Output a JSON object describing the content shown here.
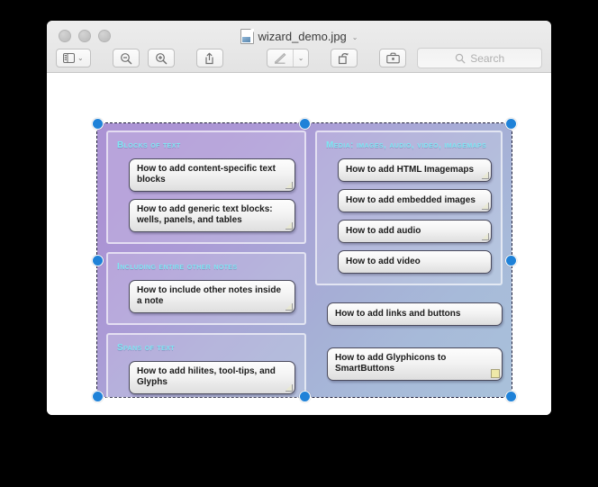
{
  "window": {
    "title": "wizard_demo.jpg",
    "doc_icon": "jpeg-document-icon",
    "title_chevron": "⌄",
    "traffic_lights": [
      "close-button",
      "minimize-button",
      "zoom-button"
    ]
  },
  "toolbar": {
    "sidebar_icon": "sidebar-toggle-icon",
    "sidebar_chevron": "⌄",
    "zoom_out_icon": "zoom-out-icon",
    "zoom_in_icon": "zoom-in-icon",
    "share_icon": "share-icon",
    "markup_icon": "markup-pen-icon",
    "markup_chevron": "⌄",
    "rotate_icon": "rotate-icon",
    "toolkit_icon": "toolkit-icon",
    "search_icon": "search-icon",
    "search_placeholder": "Search",
    "search_value": ""
  },
  "image": {
    "selected": true,
    "selection_handles": 8,
    "handle_color": "#1f82d8",
    "accent_heading_color": "#7fe6f2",
    "gradient_from": "#ab93d4",
    "gradient_to": "#a9c1da",
    "left_column": [
      {
        "title": "Blocks of text",
        "buttons": [
          "How to add content-specific text blocks",
          "How to add generic text blocks: wells, panels, and tables"
        ]
      },
      {
        "title": "Including entire other notes",
        "buttons": [
          "How to include other notes inside a note"
        ]
      },
      {
        "title": "Spans of text",
        "buttons": [
          "How to add hilites, tool-tips, and Glyphs"
        ]
      }
    ],
    "right_column": {
      "panel": {
        "title": "Media: images, audio, video, Imagemaps",
        "buttons": [
          "How to add HTML Imagemaps",
          "How to add embedded images",
          "How to add audio",
          "How to add video"
        ]
      },
      "loose_buttons": [
        "How to add links and buttons",
        "How to add Glyphicons to SmartButtons"
      ]
    }
  }
}
